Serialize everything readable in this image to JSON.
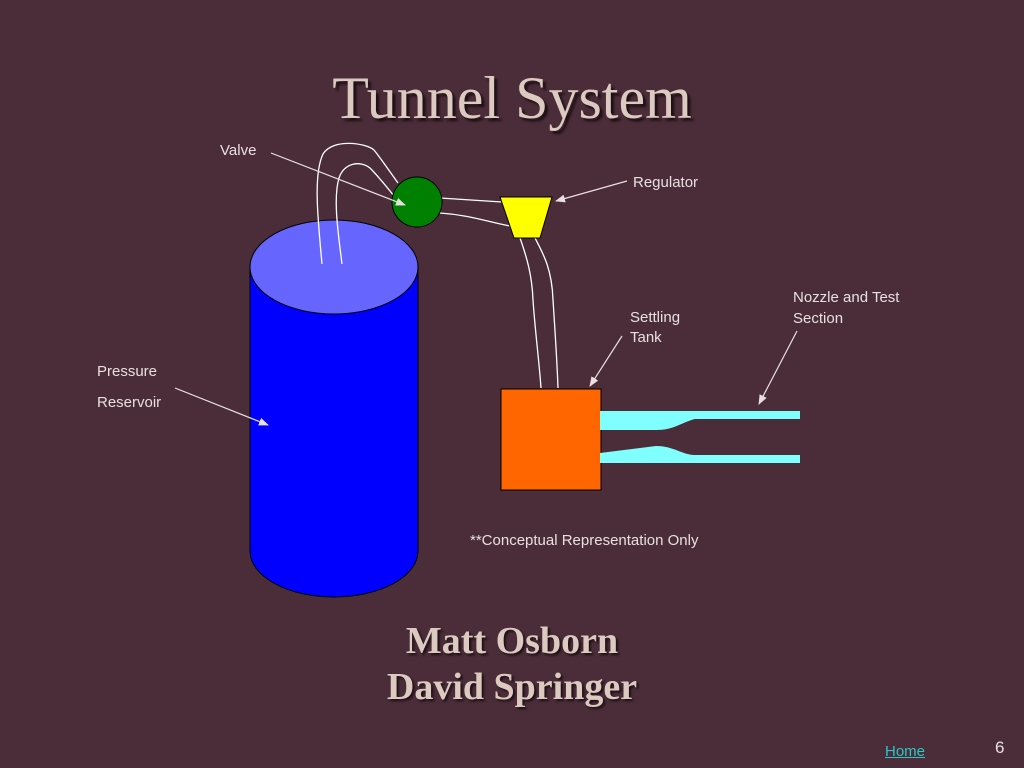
{
  "slide": {
    "title": "Tunnel System",
    "authors": [
      "Matt Osborn",
      "David Springer"
    ],
    "page_number": "6",
    "home_link": "Home"
  },
  "diagram": {
    "labels": {
      "valve": "Valve",
      "regulator": "Regulator",
      "nozzle_line1": "Nozzle and Test",
      "nozzle_line2": "Section",
      "settling_line1": "Settling",
      "settling_line2": "Tank",
      "reservoir_line1": "Pressure",
      "reservoir_line2": "Reservoir"
    },
    "note": "**Conceptual Representation Only"
  },
  "colors": {
    "background": "#4a2d38",
    "reservoir": "#0000ff",
    "reservoir_top": "#6666ff",
    "valve": "#008000",
    "regulator": "#ffff00",
    "settling_tank": "#ff6600",
    "nozzle": "#80ffff",
    "title": "#dcc9c0",
    "link": "#2dc6c6"
  }
}
